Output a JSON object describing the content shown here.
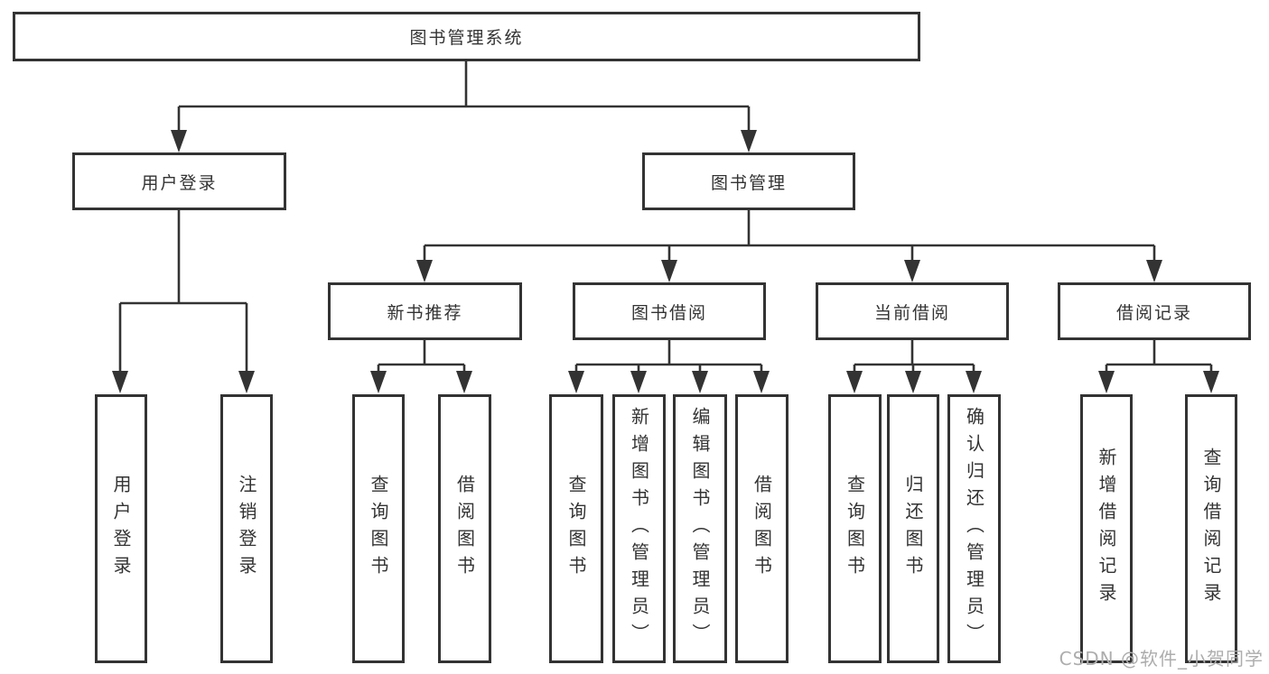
{
  "diagram": {
    "root": {
      "label": "图书管理系统"
    },
    "branches": [
      {
        "label": "用户登录",
        "children": [
          {
            "label": "用户登录"
          },
          {
            "label": "注销登录"
          }
        ]
      },
      {
        "label": "图书管理",
        "children": [
          {
            "label": "新书推荐",
            "children": [
              {
                "label": "查询图书"
              },
              {
                "label": "借阅图书"
              }
            ]
          },
          {
            "label": "图书借阅",
            "children": [
              {
                "label": "查询图书"
              },
              {
                "label": "新增图书（管理员）"
              },
              {
                "label": "编辑图书（管理员）"
              },
              {
                "label": "借阅图书"
              }
            ]
          },
          {
            "label": "当前借阅",
            "children": [
              {
                "label": "查询图书"
              },
              {
                "label": "归还图书"
              },
              {
                "label": "确认归还（管理员）"
              }
            ]
          },
          {
            "label": "借阅记录",
            "children": [
              {
                "label": "新增借阅记录"
              },
              {
                "label": "查询借阅记录"
              }
            ]
          }
        ]
      }
    ]
  },
  "watermark": {
    "text": "CSDN @软件_小贺同学"
  },
  "colors": {
    "line": "#333333",
    "text": "#333333",
    "watermark": "#adadad",
    "background": "#ffffff"
  }
}
